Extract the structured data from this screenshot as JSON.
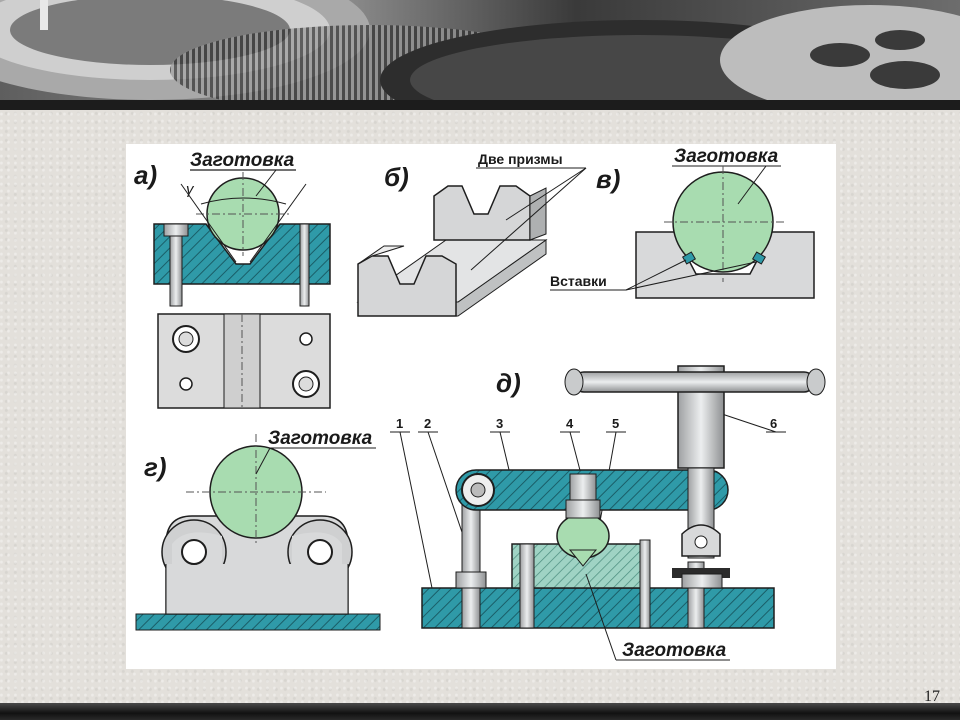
{
  "slide": {
    "page_number": "17"
  },
  "figure": {
    "panels": {
      "a": {
        "letter": "а)",
        "label_workpiece": "Заготовка",
        "angle_symbol": "γ"
      },
      "b": {
        "letter": "б)",
        "label": "Две призмы"
      },
      "v": {
        "letter": "в)",
        "label_workpiece": "Заготовка",
        "label_inserts": "Вставки"
      },
      "g": {
        "letter": "г)",
        "label_workpiece": "Заготовка"
      },
      "d": {
        "letter": "д)",
        "label_workpiece": "Заготовка",
        "callouts": [
          "1",
          "2",
          "3",
          "4",
          "5",
          "6"
        ]
      }
    }
  },
  "colors": {
    "hatch_blue": "#2f9aa8",
    "workpiece_green": "#a8dcb0",
    "steel_gray": "#c8cacb",
    "outline": "#1e1e1e"
  }
}
